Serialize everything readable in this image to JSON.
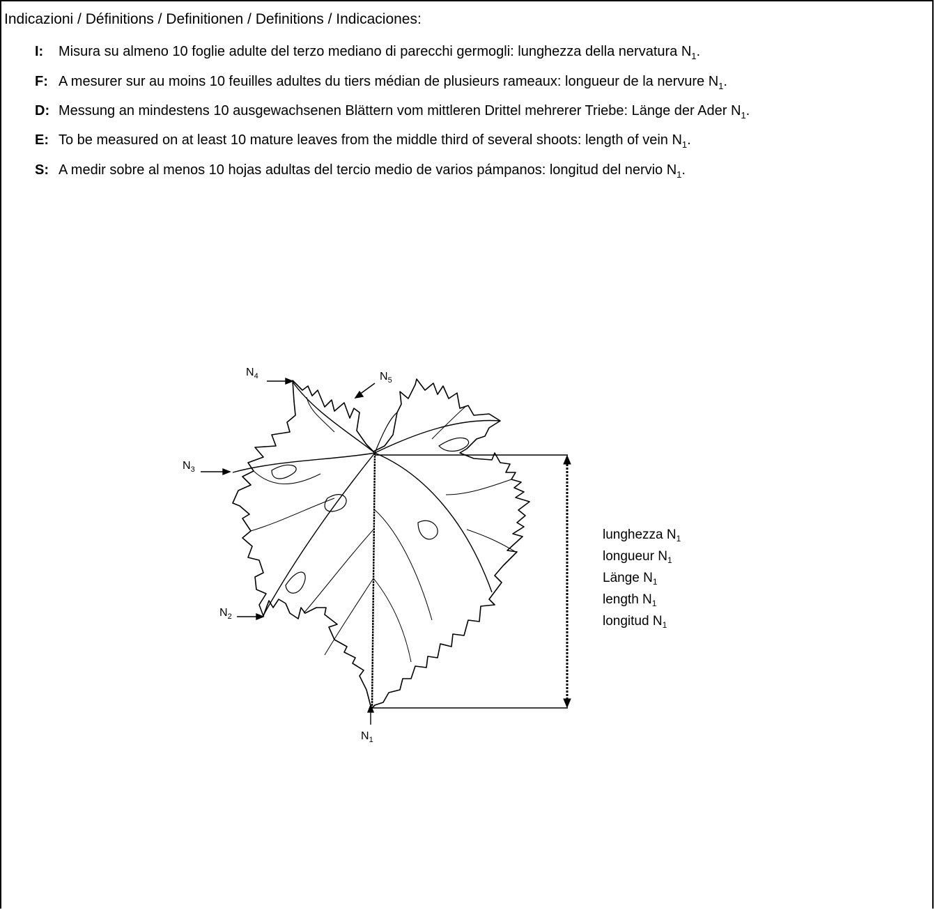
{
  "heading": "Indicazioni / Définitions / Definitionen / Definitions / Indicaciones:",
  "definitions": [
    {
      "code": "I:",
      "text": "Misura su almeno 10 foglie adulte del terzo mediano di parecchi germogli: lunghezza della nervatura N",
      "sub": "1",
      "tail": "."
    },
    {
      "code": "F:",
      "text": "A mesurer sur au moins 10 feuilles adultes du tiers médian de plusieurs rameaux: longueur de la nervure N",
      "sub": "1",
      "tail": "."
    },
    {
      "code": "D:",
      "text": "Messung an mindestens 10 ausgewachsenen Blättern vom mittleren Drittel mehrerer Triebe: Länge der Ader N",
      "sub": "1",
      "tail": "."
    },
    {
      "code": "E:",
      "text": "To be measured on at least 10 mature leaves from the middle third of several shoots: length of vein N",
      "sub": "1",
      "tail": "."
    },
    {
      "code": "S:",
      "text": "A medir sobre al menos 10 hojas adultas del tercio medio de varios pámpanos: longitud del nervio N",
      "sub": "1",
      "tail": "."
    }
  ],
  "leaf_labels": {
    "n1": {
      "base": "N",
      "sub": "1"
    },
    "n2": {
      "base": "N",
      "sub": "2"
    },
    "n3": {
      "base": "N",
      "sub": "3"
    },
    "n4": {
      "base": "N",
      "sub": "4"
    },
    "n5": {
      "base": "N",
      "sub": "5"
    }
  },
  "measure_labels": [
    {
      "text": "lunghezza N",
      "sub": "1"
    },
    {
      "text": "longueur N",
      "sub": "1"
    },
    {
      "text": "Länge N",
      "sub": "1"
    },
    {
      "text": "length N",
      "sub": "1"
    },
    {
      "text": "longitud N",
      "sub": "1"
    }
  ]
}
